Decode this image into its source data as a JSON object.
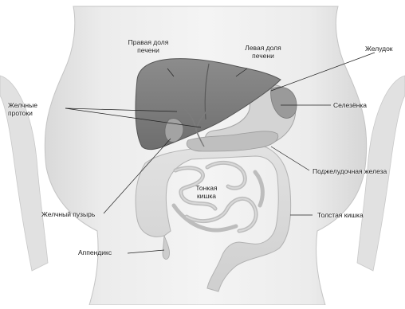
{
  "labels": {
    "right_lobe_line1": "Правая доля",
    "right_lobe_line2": "печени",
    "left_lobe_line1": "Левая доля",
    "left_lobe_line2": "печени",
    "stomach": "Желудок",
    "bile_ducts_line1": "Желчные",
    "bile_ducts_line2": "протоки",
    "spleen": "Селезёнка",
    "pancreas": "Поджелудочная железа",
    "small_intestine_line1": "Тонкая",
    "small_intestine_line2": "кишка",
    "gallbladder": "Желчный пузырь",
    "large_intestine": "Толстая кишка",
    "appendix": "Аппендикс"
  }
}
